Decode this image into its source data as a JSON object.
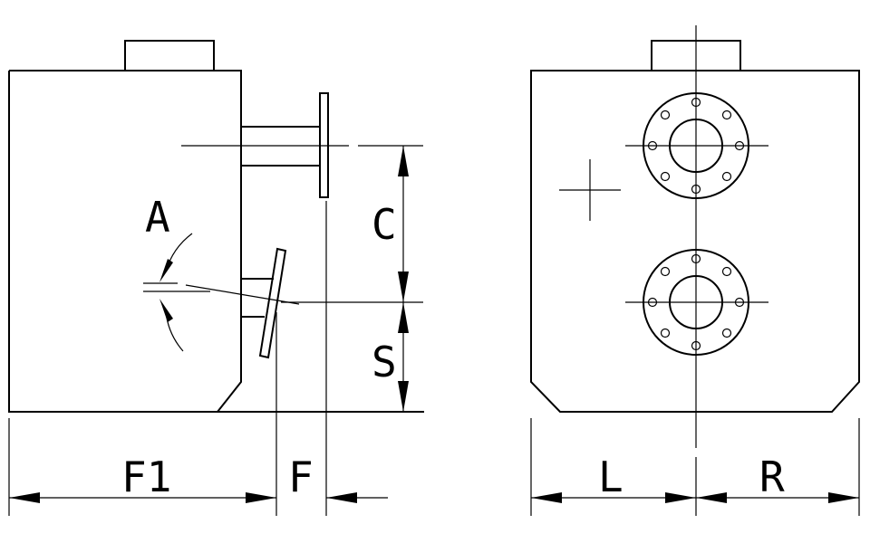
{
  "diagram": {
    "dimension_labels": {
      "angle": "A",
      "c": "C",
      "s": "S",
      "f1": "F1",
      "f": "F",
      "l": "L",
      "r": "R"
    },
    "colors": {
      "line": "#000000",
      "background": "#ffffff"
    }
  }
}
